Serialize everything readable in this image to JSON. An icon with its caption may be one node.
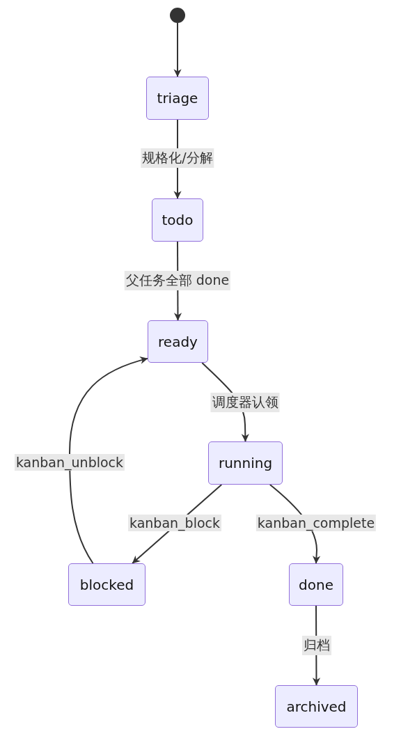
{
  "diagram": {
    "nodes": [
      {
        "text": [],
        "shape": "circle"
      },
      {
        "text": [
          "triage"
        ]
      },
      {
        "text": [
          "todo"
        ]
      },
      {
        "text": [
          "ready"
        ]
      },
      {
        "text": [
          "running"
        ]
      },
      {
        "text": [
          "blocked"
        ]
      },
      {
        "text": [
          "done"
        ]
      },
      {
        "text": [
          "archived"
        ]
      }
    ],
    "edges": [
      {
        "from": 0,
        "to": 1,
        "arrow": "to"
      },
      {
        "from": 1,
        "to": 2,
        "arrow": "to",
        "label": "规格化/分解"
      },
      {
        "from": 2,
        "to": 3,
        "arrow": "to",
        "label": "父任务全部 done"
      },
      {
        "from": 3,
        "to": 4,
        "arrow": "to",
        "label": "调度器认领"
      },
      {
        "from": 4,
        "to": 5,
        "arrow": "to",
        "label": "kanban_block"
      },
      {
        "from": 5,
        "to": 3,
        "arrow": "to",
        "label": "kanban_unblock"
      },
      {
        "from": 4,
        "to": 6,
        "arrow": "to",
        "label": "kanban_complete"
      },
      {
        "from": 6,
        "to": 7,
        "arrow": "to",
        "label": "归档"
      }
    ]
  }
}
